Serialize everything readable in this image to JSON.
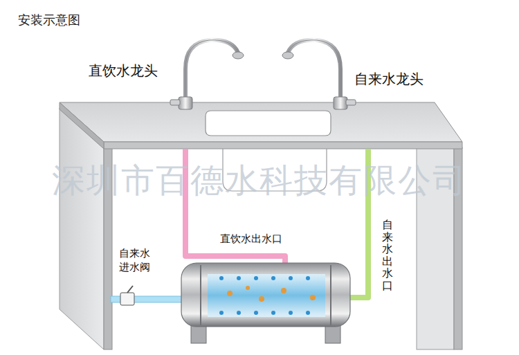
{
  "diagram": {
    "title": "安装示意图",
    "labels": [
      "直饮水龙头",
      "自来水龙头",
      "深圳市百德水科技有限公司",
      "直饮水出水口",
      "自来水 进水阀",
      "自来水出水口"
    ]
  }
}
